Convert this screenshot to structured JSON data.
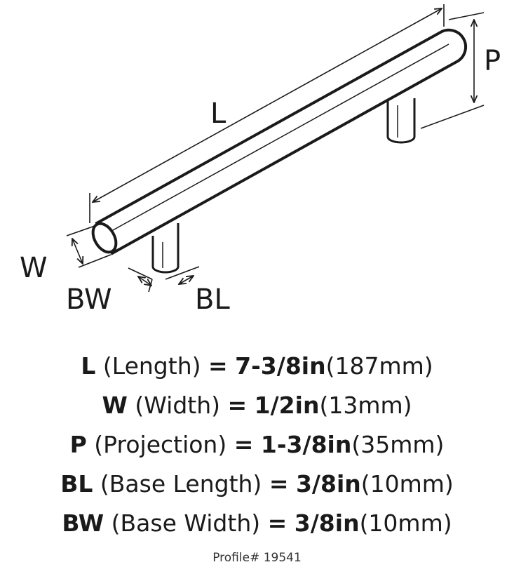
{
  "diagram": {
    "labels": {
      "L": "L",
      "P": "P",
      "W": "W",
      "BW": "BW",
      "BL": "BL"
    }
  },
  "specs": [
    {
      "key": "L",
      "desc": "(Length)",
      "eq": "=",
      "imperial": "7-3/8in",
      "metric": "(187mm)"
    },
    {
      "key": "W",
      "desc": "(Width)",
      "eq": "=",
      "imperial": "1/2in",
      "metric": "(13mm)"
    },
    {
      "key": "P",
      "desc": "(Projection)",
      "eq": "=",
      "imperial": "1-3/8in",
      "metric": "(35mm)"
    },
    {
      "key": "BL",
      "desc": "(Base Length)",
      "eq": "=",
      "imperial": "3/8in",
      "metric": "(10mm)"
    },
    {
      "key": "BW",
      "desc": "(Base Width)",
      "eq": "=",
      "imperial": "3/8in",
      "metric": "(10mm)"
    }
  ],
  "profile": "Profile# 19541",
  "colors": {
    "ink": "#1a1a1a",
    "background": "#ffffff"
  }
}
